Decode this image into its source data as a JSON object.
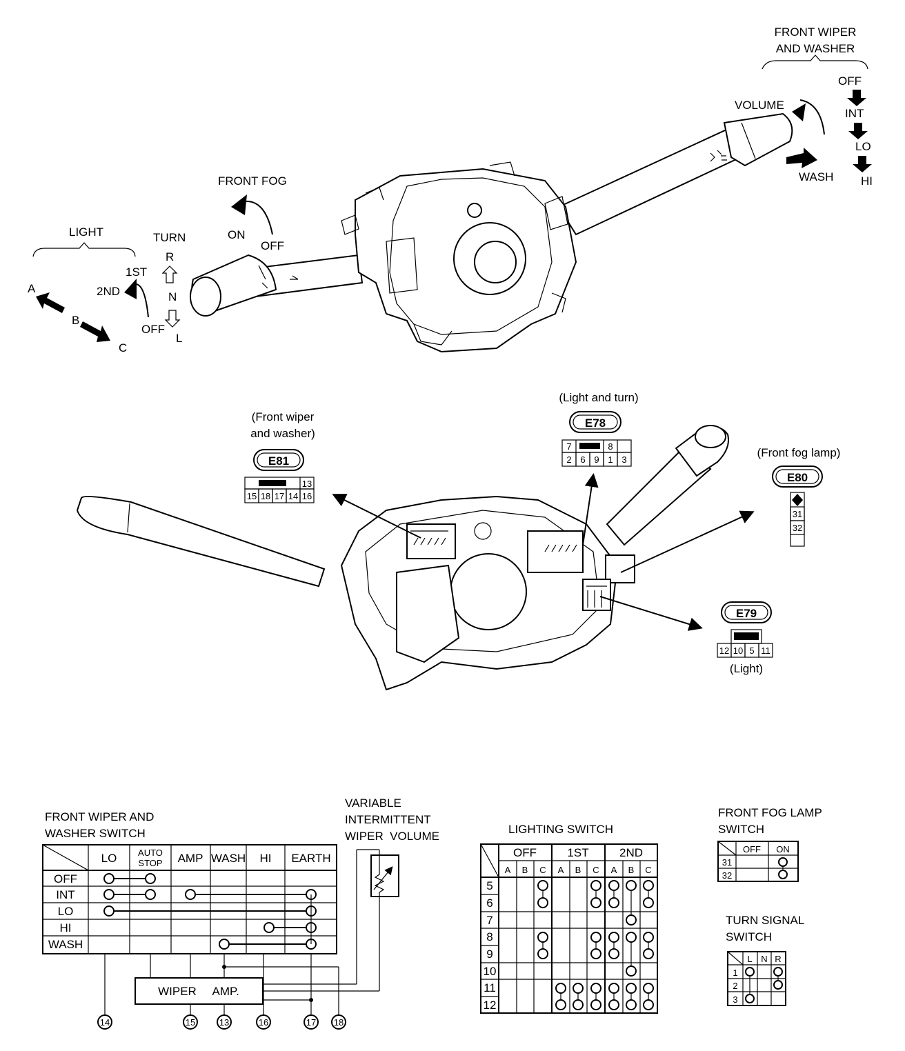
{
  "top_labels": {
    "front_wiper_and_washer_l1": "FRONT WIPER",
    "front_wiper_and_washer_l2": "AND WASHER",
    "off": "OFF",
    "int": "INT",
    "lo": "LO",
    "hi": "HI",
    "volume": "VOLUME",
    "wash": "WASH",
    "front_fog": "FRONT FOG",
    "fog_on": "ON",
    "fog_off": "OFF",
    "light": "LIGHT",
    "turn": "TURN",
    "turn_r": "R",
    "turn_n": "N",
    "turn_l": "L",
    "first": "1ST",
    "second": "2ND",
    "light_off": "OFF",
    "pos_a": "A",
    "pos_b": "B",
    "pos_c": "C"
  },
  "connectors": {
    "e81": {
      "id": "E81",
      "desc_l1": "(Front wiper",
      "desc_l2": "and washer)",
      "top": [
        "13"
      ],
      "bottom": [
        "15",
        "18",
        "17",
        "14",
        "16"
      ]
    },
    "e78": {
      "id": "E78",
      "desc": "(Light and turn)",
      "top": [
        "7",
        "8"
      ],
      "bottom": [
        "2",
        "6",
        "9",
        "1",
        "3"
      ]
    },
    "e80": {
      "id": "E80",
      "desc": "(Front fog lamp)",
      "pins": [
        "31",
        "32"
      ]
    },
    "e79": {
      "id": "E79",
      "desc": "(Light)",
      "bottom": [
        "12",
        "10",
        "5",
        "11"
      ]
    }
  },
  "wiper_table": {
    "title_l1": "FRONT WIPER AND",
    "title_l2": "WASHER SWITCH",
    "columns": [
      "LO",
      "AUTO",
      "STOP",
      "AMP",
      "WASH",
      "HI",
      "EARTH"
    ],
    "rows": [
      "OFF",
      "INT",
      "LO",
      "HI",
      "WASH"
    ],
    "amp_label": "WIPER     AMP.",
    "terminals": [
      "14",
      "15",
      "13",
      "16",
      "17",
      "18"
    ]
  },
  "volume_label": {
    "l1": "VARIABLE",
    "l2": "INTERMITTENT",
    "l3": "WIPER  VOLUME"
  },
  "lighting_table": {
    "title": "LIGHTING SWITCH",
    "groups": [
      "OFF",
      "1ST",
      "2ND"
    ],
    "subcols": [
      "A",
      "B",
      "C",
      "A",
      "B",
      "C",
      "A",
      "B",
      "C"
    ],
    "rows": [
      "5",
      "6",
      "7",
      "8",
      "9",
      "10",
      "11",
      "12"
    ]
  },
  "fog_table": {
    "title_l1": "FRONT FOG LAMP",
    "title_l2": "SWITCH",
    "columns": [
      "OFF",
      "ON"
    ],
    "rows": [
      "31",
      "32"
    ]
  },
  "turn_table": {
    "title_l1": "TURN SIGNAL",
    "title_l2": "SWITCH",
    "columns": [
      "L",
      "N",
      "R"
    ],
    "rows": [
      "1",
      "2",
      "3"
    ]
  }
}
